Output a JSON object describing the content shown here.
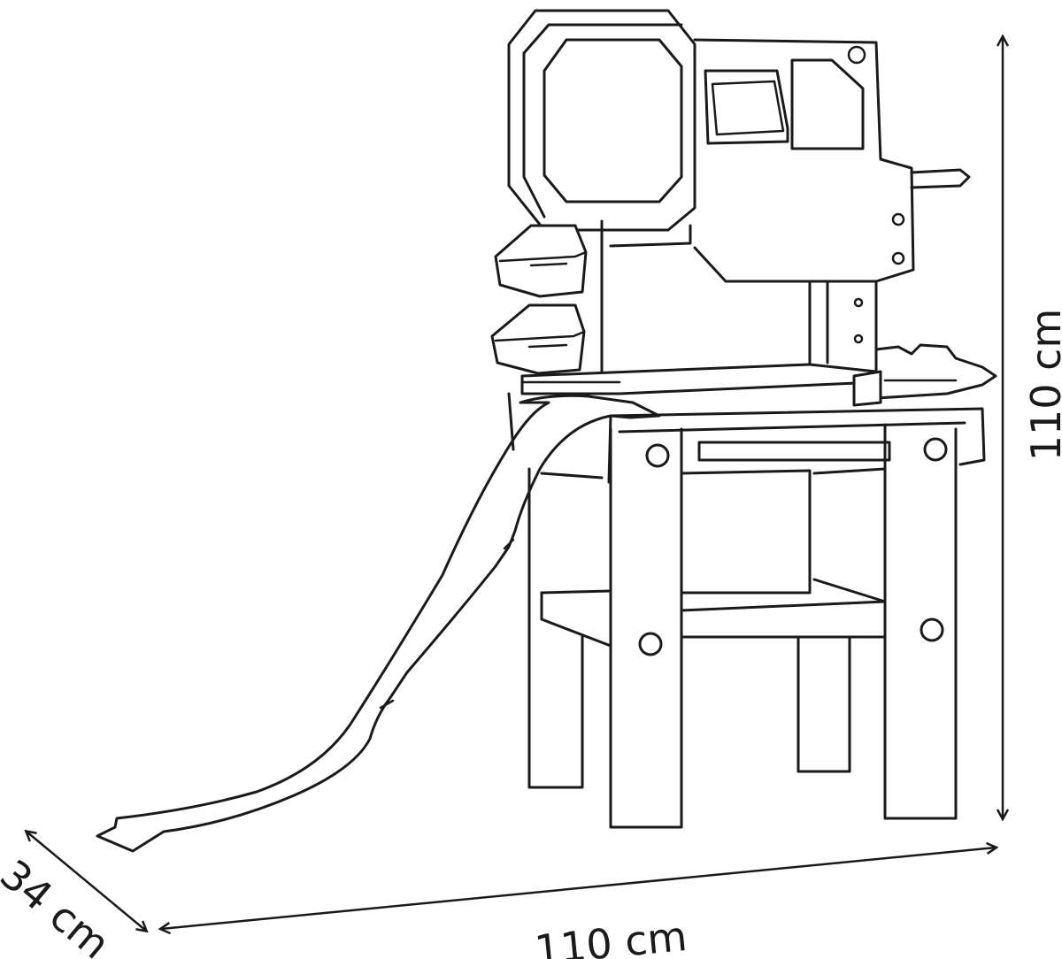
{
  "dimensions": {
    "width_label": "110 cm",
    "height_label": "110 cm",
    "depth_label": "34 cm"
  },
  "colors": {
    "line": "#1a1a1a",
    "background": "#ffffff"
  }
}
